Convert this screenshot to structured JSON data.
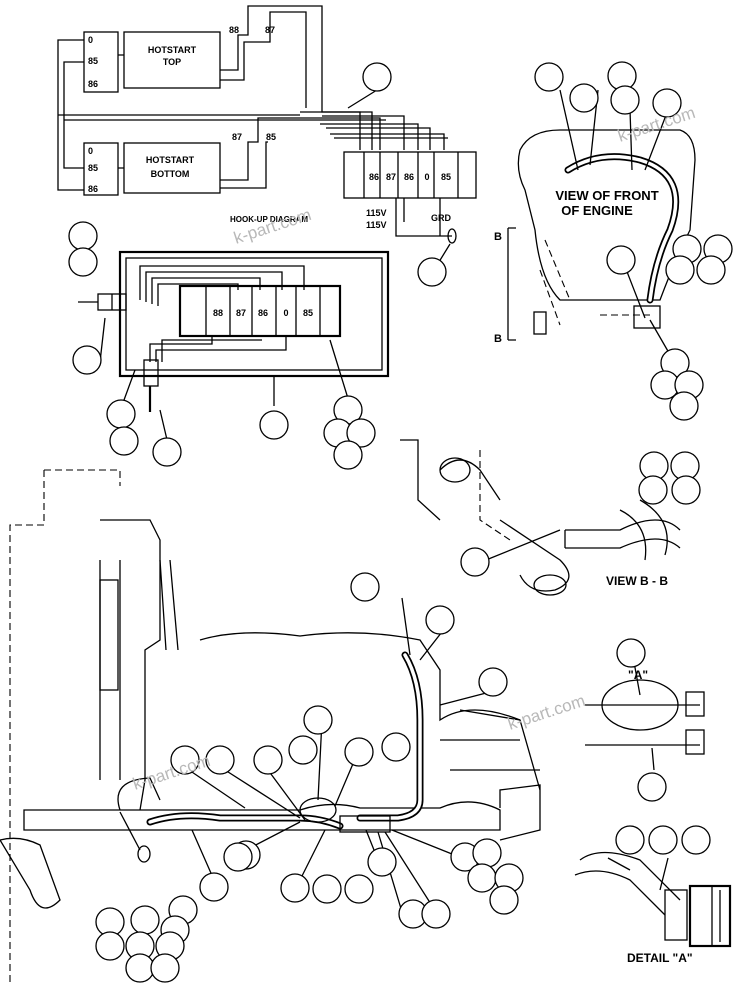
{
  "hookup": {
    "heater_top": [
      "HOTSTART",
      "TOP"
    ],
    "heater_bottom": [
      "HOTSTART",
      "BOTTOM"
    ],
    "heater_top_terminals": [
      "0",
      "85",
      "86"
    ],
    "heater_bottom_terminals": [
      "0",
      "85",
      "86"
    ],
    "top_wire_labels": [
      "88",
      "87"
    ],
    "bottom_wire_labels": [
      "87",
      "85"
    ],
    "relay_terminals": [
      "86",
      "87",
      "86",
      "0",
      "85"
    ],
    "voltage_labels": [
      "115V",
      "115V"
    ],
    "ground_label": "GRD",
    "caption": "HOOK-UP DIAGRAM"
  },
  "box_relay_terminals": [
    "88",
    "87",
    "86",
    "0",
    "85"
  ],
  "front_view": {
    "title": [
      "VIEW OF FRONT",
      "OF ENGINE"
    ],
    "section_marker": "B"
  },
  "view_bb": "VIEW B - B",
  "detail_a": {
    "callout": "\"A\"",
    "title": "DETAIL \"A\""
  },
  "watermark": "k-part.com"
}
